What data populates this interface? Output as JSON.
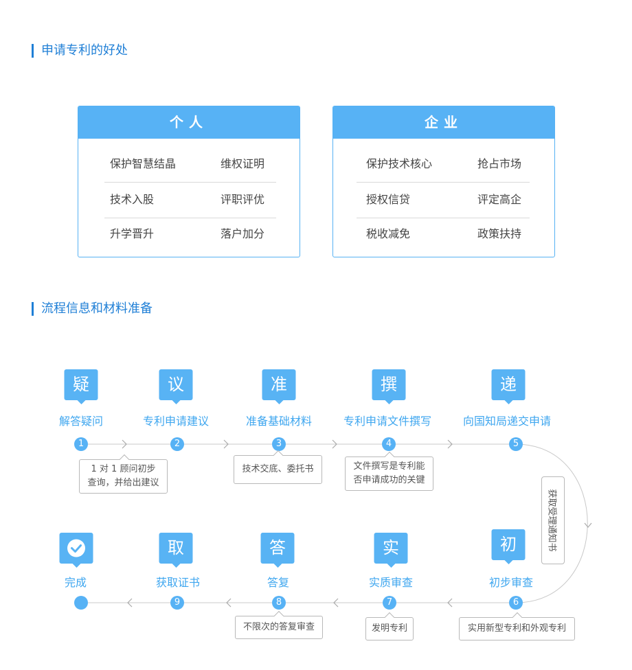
{
  "sections": {
    "benefits_title": "申请专利的好处",
    "process_title": "流程信息和材料准备"
  },
  "cards": [
    {
      "title": "个人",
      "rows": [
        [
          "保护智慧结晶",
          "维权证明"
        ],
        [
          "技术入股",
          "评职评优"
        ],
        [
          "升学晋升",
          "落户加分"
        ]
      ]
    },
    {
      "title": "企业",
      "rows": [
        [
          "保护技术核心",
          "抢占市场"
        ],
        [
          "授权信贷",
          "评定高企"
        ],
        [
          "税收减免",
          "政策扶持"
        ]
      ]
    }
  ],
  "steps_top": [
    {
      "icon": "疑",
      "label": "解答疑问",
      "num": "1"
    },
    {
      "icon": "议",
      "label": "专利申请建议",
      "num": "2"
    },
    {
      "icon": "准",
      "label": "准备基础材料",
      "num": "3"
    },
    {
      "icon": "撰",
      "label": "专利申请文件撰写",
      "num": "4"
    },
    {
      "icon": "递",
      "label": "向国知局递交申请",
      "num": "5"
    }
  ],
  "steps_bottom": [
    {
      "icon": "初",
      "label": "初步审查",
      "num": "6"
    },
    {
      "icon": "实",
      "label": "实质审查",
      "num": "7"
    },
    {
      "icon": "答",
      "label": "答复",
      "num": "8"
    },
    {
      "icon": "取",
      "label": "获取证书",
      "num": "9"
    },
    {
      "icon": "check-icon",
      "label": "完成",
      "num": ""
    }
  ],
  "notes": {
    "n1": [
      "1 对 1 顾问初步",
      "查询，并给出建议"
    ],
    "n3": "技术交底、委托书",
    "n4": [
      "文件撰写是专利能",
      "否申请成功的关键"
    ],
    "n6": "实用新型专利和外观专利",
    "n7": "发明专利",
    "n8": "不限次的答复审查",
    "curve": "获取受理通知书"
  },
  "colors": {
    "accent": "#57b2f5",
    "title": "#1f7fd6",
    "label": "#3ea6ef",
    "line": "#c8c8c8"
  }
}
